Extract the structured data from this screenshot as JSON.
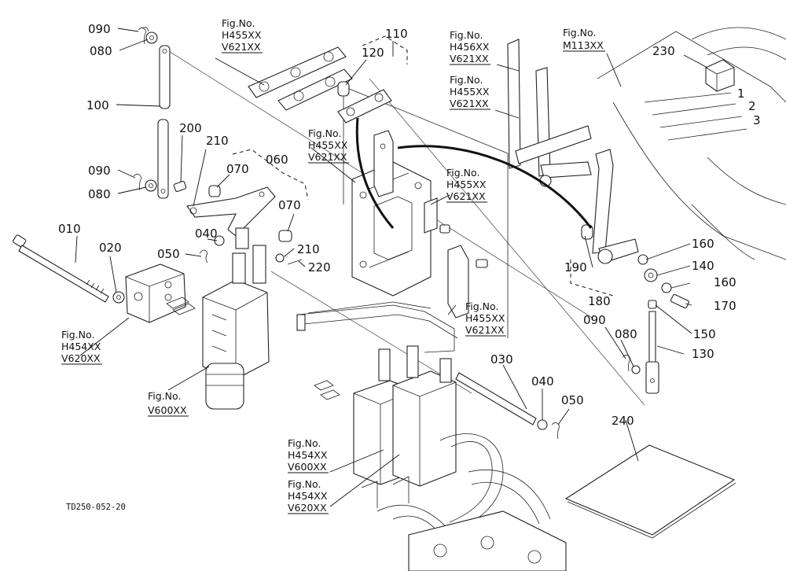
{
  "diagram": {
    "drawing_code": "TD250-052-20",
    "part_labels": [
      {
        "id": "p090a",
        "text": "090"
      },
      {
        "id": "p080a",
        "text": "080"
      },
      {
        "id": "p100",
        "text": "100"
      },
      {
        "id": "p090b",
        "text": "090"
      },
      {
        "id": "p080b",
        "text": "080"
      },
      {
        "id": "p200",
        "text": "200"
      },
      {
        "id": "p210a",
        "text": "210"
      },
      {
        "id": "p060",
        "text": "060"
      },
      {
        "id": "p070a",
        "text": "070"
      },
      {
        "id": "p070b",
        "text": "070"
      },
      {
        "id": "p010",
        "text": "010"
      },
      {
        "id": "p020",
        "text": "020"
      },
      {
        "id": "p040a",
        "text": "040"
      },
      {
        "id": "p050a",
        "text": "050"
      },
      {
        "id": "p210b",
        "text": "210"
      },
      {
        "id": "p220",
        "text": "220"
      },
      {
        "id": "p110",
        "text": "110"
      },
      {
        "id": "p120",
        "text": "120"
      },
      {
        "id": "p230",
        "text": "230"
      },
      {
        "id": "p160a",
        "text": "160"
      },
      {
        "id": "p140",
        "text": "140"
      },
      {
        "id": "p190",
        "text": "190"
      },
      {
        "id": "p160b",
        "text": "160"
      },
      {
        "id": "p170",
        "text": "170"
      },
      {
        "id": "p180",
        "text": "180"
      },
      {
        "id": "p150",
        "text": "150"
      },
      {
        "id": "p090c",
        "text": "090"
      },
      {
        "id": "p080c",
        "text": "080"
      },
      {
        "id": "p130",
        "text": "130"
      },
      {
        "id": "p030",
        "text": "030"
      },
      {
        "id": "p040b",
        "text": "040"
      },
      {
        "id": "p050b",
        "text": "050"
      },
      {
        "id": "p240",
        "text": "240"
      }
    ],
    "figure_refs": [
      {
        "id": "f1",
        "lines": [
          "Fig.No.",
          "H455XX",
          "V621XX"
        ]
      },
      {
        "id": "f2",
        "lines": [
          "Fig.No.",
          "H455XX",
          "V621XX"
        ]
      },
      {
        "id": "f3",
        "lines": [
          "Fig.No.",
          "H455XX",
          "V621XX"
        ]
      },
      {
        "id": "f4",
        "lines": [
          "Fig.No.",
          "H455XX",
          "V621XX"
        ]
      },
      {
        "id": "f5",
        "lines": [
          "Fig.No.",
          "H456XX",
          "V621XX"
        ]
      },
      {
        "id": "f6",
        "lines": [
          "Fig.No.",
          "H455XX",
          "V621XX"
        ]
      },
      {
        "id": "f7",
        "lines": [
          "Fig.No.",
          "M113XX"
        ]
      },
      {
        "id": "f8",
        "lines": [
          "Fig.No.",
          "H454XX",
          "V620XX"
        ]
      },
      {
        "id": "f9",
        "lines": [
          "Fig.No.",
          "V600XX"
        ]
      },
      {
        "id": "f10",
        "lines": [
          "Fig.No.",
          "H454XX",
          "V600XX"
        ]
      },
      {
        "id": "f11",
        "lines": [
          "Fig.No.",
          "H454XX",
          "V620XX"
        ]
      }
    ],
    "gate_numbers": [
      "1",
      "2",
      "3"
    ]
  }
}
